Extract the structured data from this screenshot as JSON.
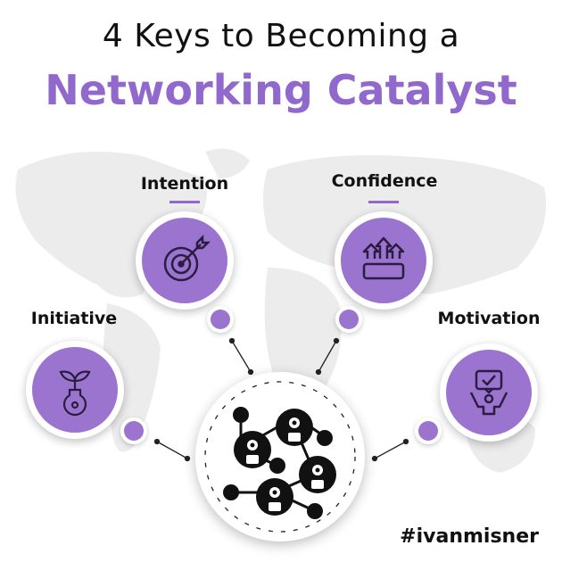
{
  "title": {
    "line1": "4 Keys to Becoming a",
    "line2": "Networking Catalyst"
  },
  "keys": [
    {
      "label": "Intention",
      "icon": "target-arrow-icon"
    },
    {
      "label": "Confidence",
      "icon": "arrows-up-icon"
    },
    {
      "label": "Initiative",
      "icon": "plant-lightbulb-icon"
    },
    {
      "label": "Motivation",
      "icon": "person-checkmark-icon"
    }
  ],
  "center_icon": "network-people-icon",
  "hashtag": "#ivanmisner",
  "colors": {
    "accent": "#9b74d0",
    "title_accent": "#9168cc",
    "text": "#111111"
  }
}
